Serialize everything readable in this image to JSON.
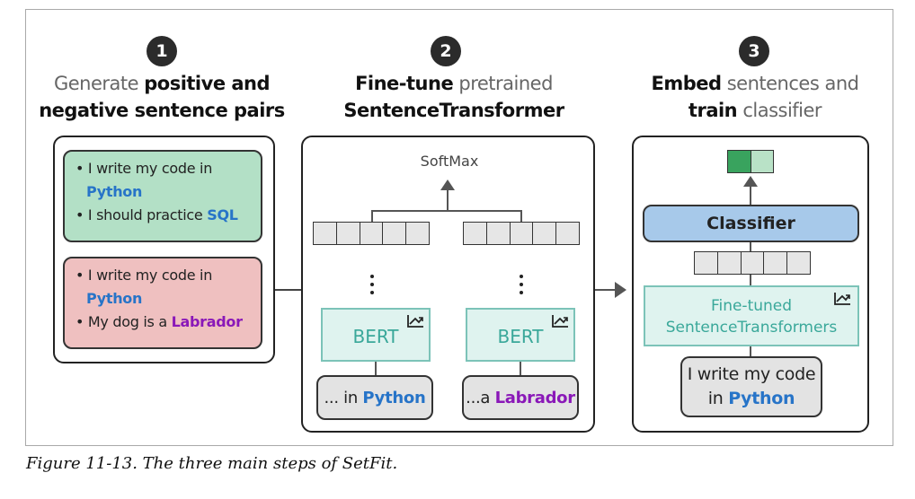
{
  "steps": [
    {
      "number": "1",
      "heading": {
        "line1": {
          "before": "Generate ",
          "positive": "positive",
          "after": " and"
        },
        "line2": {
          "negative": "negative",
          "after": " sentence pairs"
        }
      },
      "positive_pair": {
        "line1": "• I write my code in",
        "line2_kw": "Python",
        "line3_text": "• I should practice ",
        "line3_kw": "SQL"
      },
      "negative_pair": {
        "line1": "• I write my code in",
        "line2_kw": "Python",
        "line3_text": "• My dog is a ",
        "line3_kw": "Labrador"
      }
    },
    {
      "number": "2",
      "heading": {
        "line1": {
          "bold": "Fine-tune",
          "after": " pretrained"
        },
        "line2": {
          "bold": "SentenceTransformer"
        }
      },
      "softmax_label": "SoftMax",
      "encoders": [
        {
          "model_label": "BERT",
          "input_text": "... in ",
          "input_kw": "Python",
          "kw_color": "blue"
        },
        {
          "model_label": "BERT",
          "input_text": "...a ",
          "input_kw": "Labrador",
          "kw_color": "purple"
        }
      ]
    },
    {
      "number": "3",
      "heading": {
        "line1": {
          "bold": "Embed",
          "after": " sentences and"
        },
        "line2": {
          "bold": "train",
          "after": " classifier"
        }
      },
      "classifier_label": "Classifier",
      "model_label_line1": "Fine-tuned",
      "model_label_line2": "SentenceTransformers",
      "input_line1": "I write my code",
      "input_line2_text": "in ",
      "input_line2_kw": "Python"
    }
  ],
  "caption": "Figure 11-13. The three main steps of SetFit.",
  "icons": [
    "trainable-weights-icon"
  ],
  "colors": {
    "positive": "#2c8c48",
    "negative": "#c5282a",
    "keyword_blue": "#2774c8",
    "keyword_purple": "#8a18b8",
    "positive_box": "#b3e0c6",
    "negative_box": "#efc0c0",
    "model_box": "#dff3ef",
    "classifier_box": "#a7c9ea",
    "output_cell": "#39a35e"
  }
}
